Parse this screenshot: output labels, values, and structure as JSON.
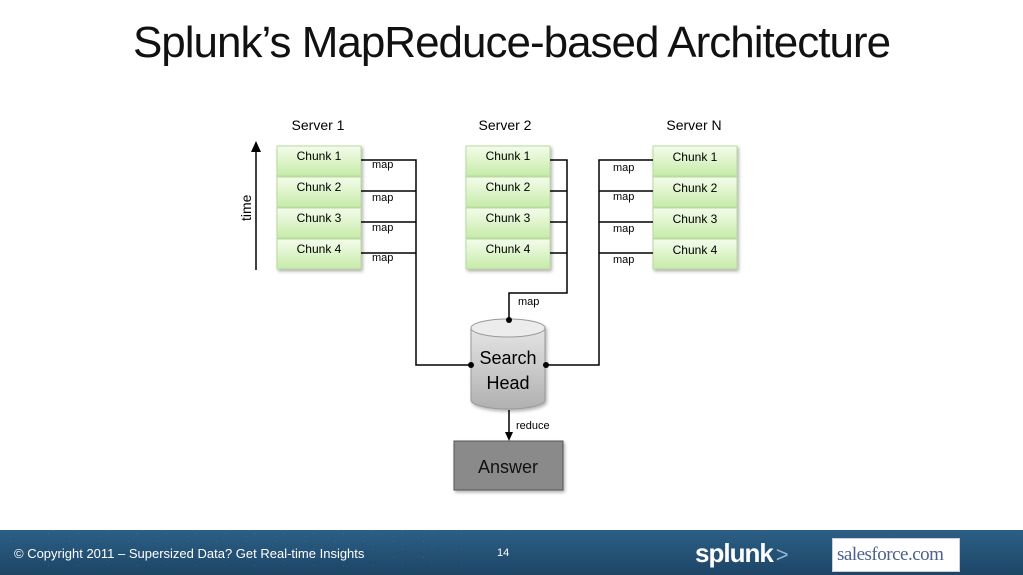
{
  "title": "Splunk’s MapReduce-based Architecture",
  "servers": [
    {
      "name": "Server 1",
      "chunks": [
        "Chunk 1",
        "Chunk 2",
        "Chunk 3",
        "Chunk 4"
      ]
    },
    {
      "name": "Server 2",
      "chunks": [
        "Chunk 1",
        "Chunk 2",
        "Chunk 3",
        "Chunk 4"
      ]
    },
    {
      "name": "Server N",
      "chunks": [
        "Chunk 1",
        "Chunk 2",
        "Chunk 3",
        "Chunk 4"
      ]
    }
  ],
  "time_label": "time",
  "map_label": "map",
  "search_head": {
    "line1": "Search",
    "line2": "Head"
  },
  "reduce_label": "reduce",
  "answer_label": "Answer",
  "footer": {
    "copyright": "© Copyright 2011 – Supersized Data? Get Real-time Insights",
    "page_number": "14",
    "splunk_logo": "splunk",
    "salesforce_logo": "salesforce.com"
  },
  "colors": {
    "chunk_fill_top": "#f3fbe9",
    "chunk_fill_bottom": "#c9ecac",
    "chunk_border": "#b9dba0",
    "cylinder": "#c8c8c8",
    "answer_fill": "#8a8a8a",
    "footer_bg": "#2c5f86"
  }
}
